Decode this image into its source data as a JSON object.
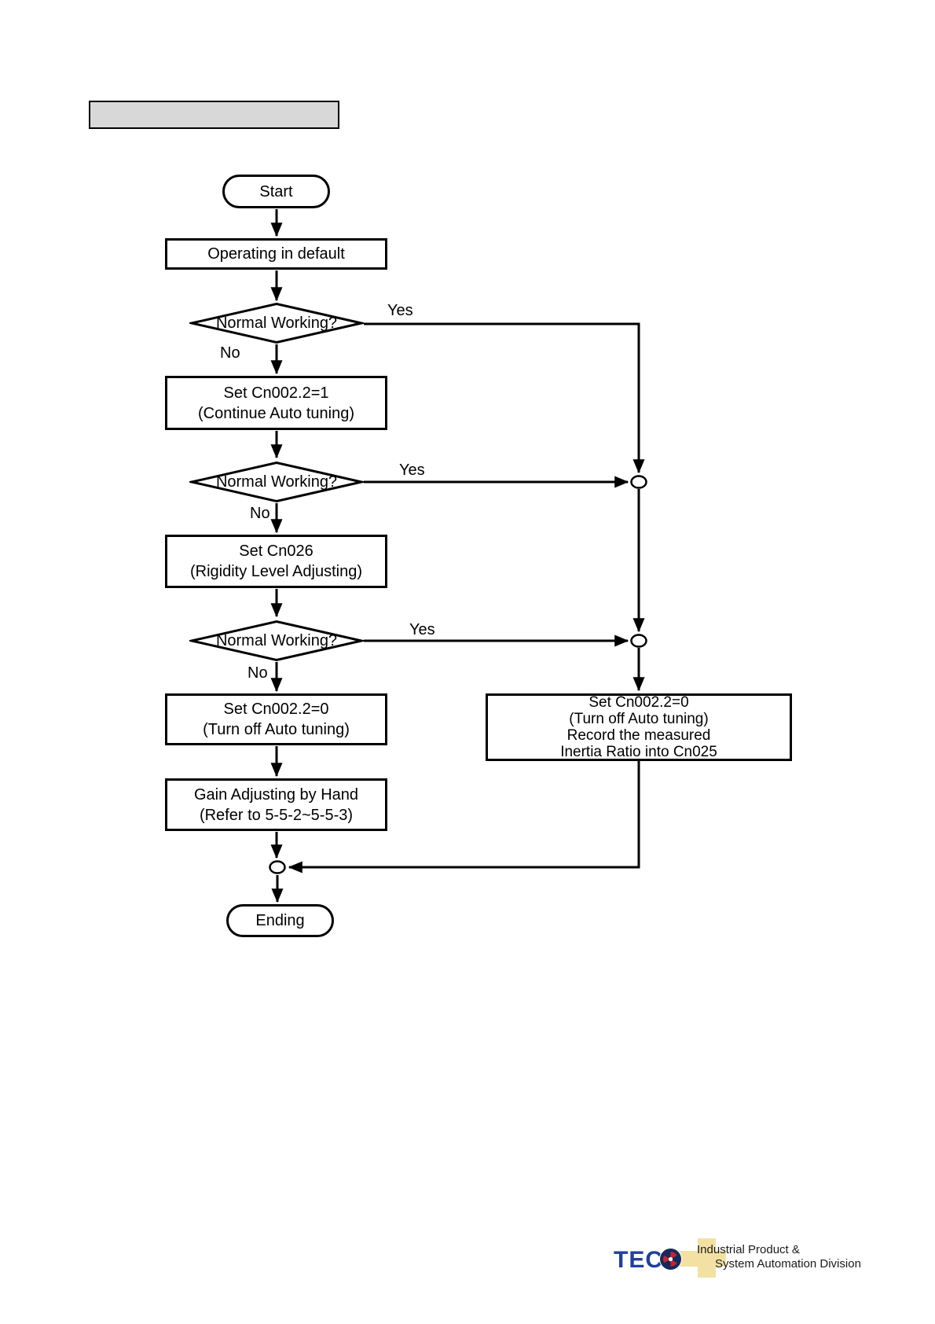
{
  "page": {
    "background": "#ffffff"
  },
  "section_placeholder": {
    "fill": "#d8d8d8"
  },
  "flowchart": {
    "colors": {
      "line": "#000000",
      "shape_fill": "#ffffff",
      "text": "#000000"
    },
    "nodes": {
      "start": {
        "label": "Start"
      },
      "operating": {
        "label": "Operating in default"
      },
      "decision1": {
        "label": "Normal Working?"
      },
      "set_cn002_1": {
        "line1": "Set Cn002.2=1",
        "line2": "(Continue Auto tuning)"
      },
      "decision2": {
        "label": "Normal Working?"
      },
      "set_cn026": {
        "line1": "Set Cn026",
        "line2": "(Rigidity Level Adjusting)"
      },
      "decision3": {
        "label": "Normal Working?"
      },
      "set_cn002_0": {
        "line1": "Set Cn002.2=0",
        "line2": "(Turn off Auto tuning)"
      },
      "gain_adjust": {
        "line1": "Gain Adjusting by Hand",
        "line2": "(Refer to 5-5-2~5-5-3)"
      },
      "record_box": {
        "line1": "Set Cn002.2=0",
        "line2": "(Turn off Auto tuning)",
        "line3": "Record the measured",
        "line4": "Inertia Ratio into Cn025"
      },
      "ending": {
        "label": "Ending"
      }
    },
    "labels": {
      "yes1": "Yes",
      "yes2": "Yes",
      "yes3": "Yes",
      "no1": "No",
      "no2": "No",
      "no3": "No"
    }
  },
  "footer_logo": {
    "brand": "TECO",
    "line1": "Industrial Product &",
    "line2": "System Automation Division",
    "colors": {
      "brand_blue": "#21409a",
      "accent_tan": "#f3e1a4",
      "swirl_navy": "#17285c",
      "swirl_red": "#c5252b"
    }
  }
}
